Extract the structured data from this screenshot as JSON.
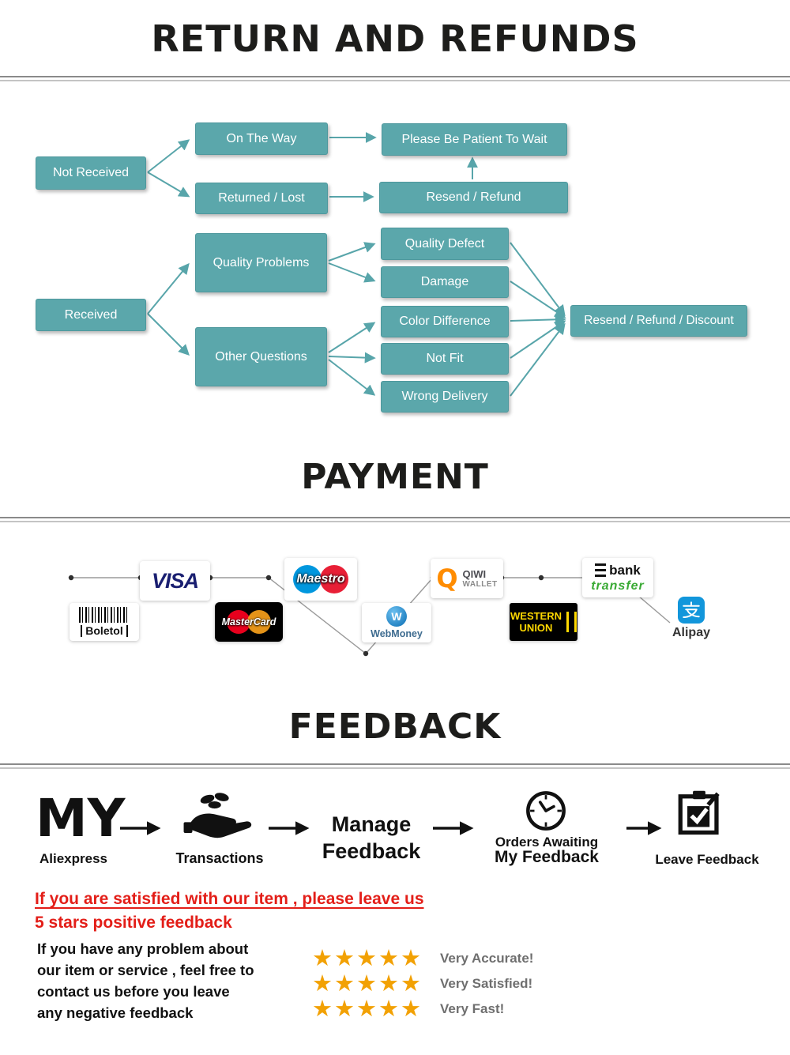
{
  "titles": {
    "returns": "RETURN AND REFUNDS",
    "payment": "PAYMENT",
    "feedback": "FEEDBACK"
  },
  "colors": {
    "flow_box_teal": "#5ba7ab",
    "accent_red": "#e31e18",
    "star_orange": "#f2a104",
    "title_ink": "#1d1d1b"
  },
  "flowchart": {
    "not_received": "Not Received",
    "on_the_way": "On The Way",
    "please_wait": "Please Be Patient To Wait",
    "returned_lost": "Returned / Lost",
    "resend_refund": "Resend / Refund",
    "quality_problems": "Quality Problems",
    "quality_defect": "Quality Defect",
    "damage": "Damage",
    "received": "Received",
    "color_difference": "Color Difference",
    "other_questions": "Other Questions",
    "not_fit": "Not Fit",
    "wrong_delivery": "Wrong Delivery",
    "resend_refund_discount": "Resend / Refund / Discount"
  },
  "payment": {
    "visa": "VISA",
    "boleto": "Boletol",
    "mastercard": "MasterCard",
    "maestro": "Maestro",
    "webmoney_initial": "W",
    "webmoney": "WebMoney",
    "qiwi_q": "Q",
    "qiwi": "QIWI",
    "qiwi_wallet": "WALLET",
    "western": "WESTERN",
    "union": "UNION",
    "bank": "bank",
    "transfer": "transfer",
    "alipay": "Alipay"
  },
  "feedback": {
    "step_my": "MY",
    "step_my_sub": "Aliexpress",
    "step_transactions": "Transactions",
    "step_manage_1": "Manage",
    "step_manage_2": "Feedback",
    "step_orders_1": "Orders Awaiting",
    "step_orders_2": "My Feedback",
    "step_leave": "Leave Feedback",
    "satisfied_1": "If you are satisfied with our item , please leave us",
    "satisfied_2": "5 stars positive feedback",
    "problem_1": "If you have any problem about",
    "problem_2": "our item or service , feel free to",
    "problem_3": "contact us before you  leave",
    "problem_4": "any negative feedback",
    "ratings": [
      {
        "stars": "★★★★★",
        "label": "Very Accurate!"
      },
      {
        "stars": "★★★★★",
        "label": "Very Satisfied!"
      },
      {
        "stars": "★★★★★",
        "label": "Very Fast!"
      }
    ]
  }
}
